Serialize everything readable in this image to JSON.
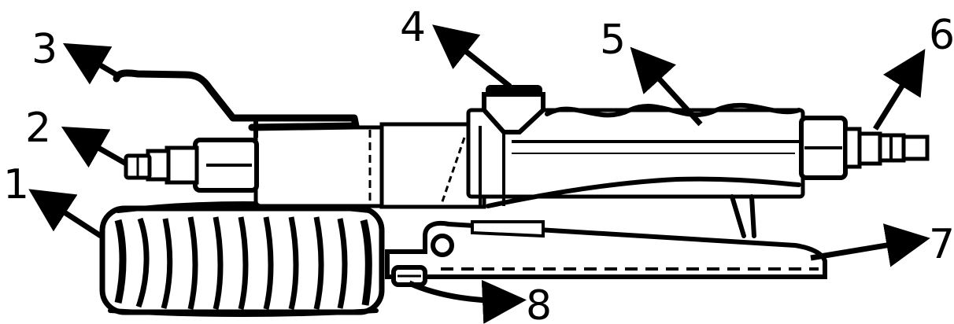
{
  "diagram": {
    "colors": {
      "ink": "#000000",
      "paper": "#ffffff"
    },
    "callouts": [
      {
        "id": 1,
        "label": "1"
      },
      {
        "id": 2,
        "label": "2"
      },
      {
        "id": 3,
        "label": "3"
      },
      {
        "id": 4,
        "label": "4"
      },
      {
        "id": 5,
        "label": "5"
      },
      {
        "id": 6,
        "label": "6"
      },
      {
        "id": 7,
        "label": "7"
      },
      {
        "id": 8,
        "label": "8"
      }
    ]
  }
}
